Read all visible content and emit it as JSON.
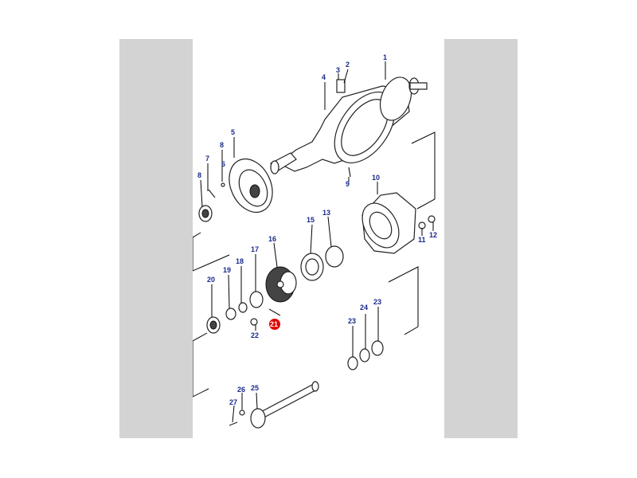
{
  "colors": {
    "panel": "#d3d3d3",
    "callout_text": "#1a2a8a",
    "highlight": "#e00000"
  },
  "callouts": [
    "1",
    "2",
    "3",
    "4",
    "5",
    "6",
    "7",
    "8",
    "8",
    "9",
    "10",
    "11",
    "12",
    "13",
    "15",
    "16",
    "17",
    "18",
    "19",
    "20",
    "21",
    "22",
    "23",
    "23",
    "24",
    "25",
    "26",
    "27"
  ],
  "highlighted_callout": "21"
}
